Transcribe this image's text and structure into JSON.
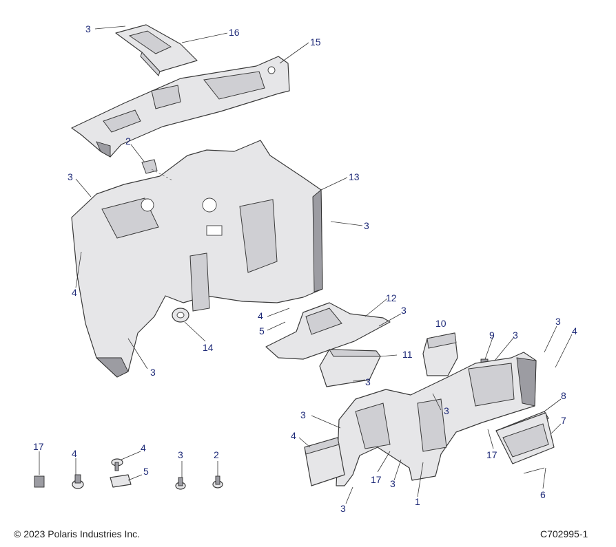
{
  "callouts": [
    {
      "label": "3"
    },
    {
      "label": "16"
    },
    {
      "label": "15"
    },
    {
      "label": "2"
    },
    {
      "label": "3"
    },
    {
      "label": "13"
    },
    {
      "label": "3"
    },
    {
      "label": "4"
    },
    {
      "label": "12"
    },
    {
      "label": "3"
    },
    {
      "label": "4"
    },
    {
      "label": "5"
    },
    {
      "label": "14"
    },
    {
      "label": "3"
    },
    {
      "label": "10"
    },
    {
      "label": "9"
    },
    {
      "label": "3"
    },
    {
      "label": "3"
    },
    {
      "label": "4"
    },
    {
      "label": "11"
    },
    {
      "label": "3"
    },
    {
      "label": "8"
    },
    {
      "label": "7"
    },
    {
      "label": "3"
    },
    {
      "label": "3"
    },
    {
      "label": "4"
    },
    {
      "label": "17"
    },
    {
      "label": "17"
    },
    {
      "label": "3"
    },
    {
      "label": "1"
    },
    {
      "label": "6"
    },
    {
      "label": "3"
    },
    {
      "label": "17"
    },
    {
      "label": "4"
    },
    {
      "label": "4"
    },
    {
      "label": "5"
    },
    {
      "label": "3"
    },
    {
      "label": "2"
    }
  ],
  "footer": {
    "copyright": "© 2023 Polaris Industries Inc.",
    "drawing_id": "C702995-1"
  }
}
